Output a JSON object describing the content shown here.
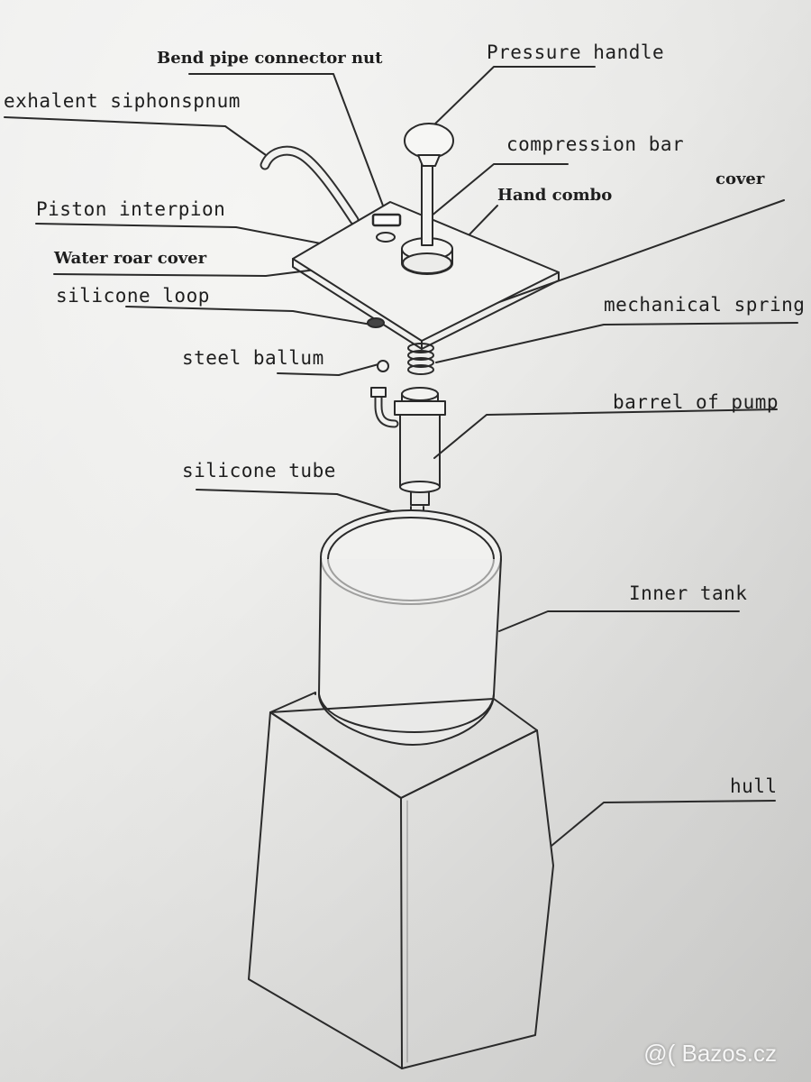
{
  "labels": {
    "bend_pipe_connector_nut": "Bend pipe connector nut",
    "pressure_handle": "Pressure handle",
    "exhalent_siphonspnum": "exhalent siphonspnum",
    "compression_bar": "compression bar",
    "piston_interpion": "Piston interpion",
    "hand_combo": "Hand combo",
    "cover": "cover",
    "water_roar_cover": "Water roar cover",
    "silicone_loop": "silicone loop",
    "mechanical_spring": "mechanical spring",
    "steel_ballum": "steel ballum",
    "barrel_of_pump": "barrel of pump",
    "silicone_tube": "silicone tube",
    "inner_tank": "Inner tank",
    "hull": "hull"
  },
  "watermark": "@( Bazos.cz"
}
